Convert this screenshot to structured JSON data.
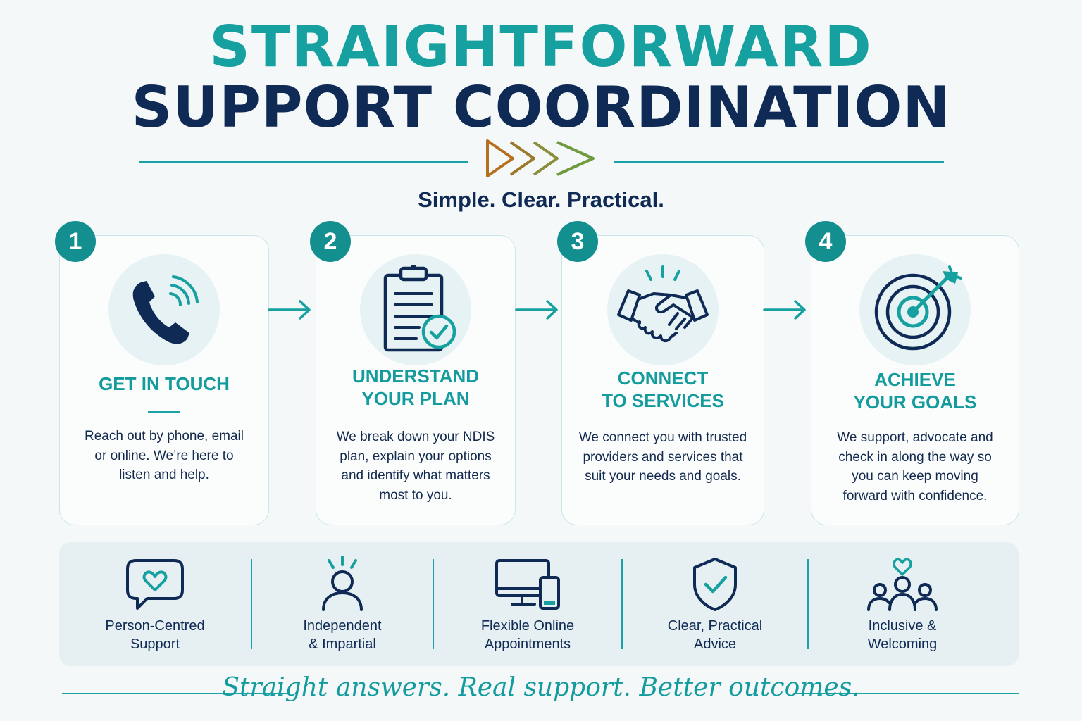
{
  "header": {
    "title_line1": "STRAIGHTFORWARD",
    "title_line2": "SUPPORT COORDINATION",
    "tagline": "Simple. Clear. Practical."
  },
  "colors": {
    "teal": "#16a0a0",
    "navy": "#0f2a55",
    "badge": "#138f8f",
    "chevrons": [
      "#b5701f",
      "#9a7a2a",
      "#8a8e3a",
      "#6f9a3f"
    ]
  },
  "steps": [
    {
      "number": "1",
      "icon": "phone-icon",
      "title_line1": "GET IN TOUCH",
      "title_line2": "",
      "desc_lines": [
        "Reach out by phone, email",
        "or online. We’re here to",
        "listen and help."
      ]
    },
    {
      "number": "2",
      "icon": "clipboard-check-icon",
      "title_line1": "UNDERSTAND",
      "title_line2": "YOUR PLAN",
      "desc_lines": [
        "We break down your NDIS",
        "plan, explain your options",
        "and identify what matters",
        "most to you."
      ]
    },
    {
      "number": "3",
      "icon": "handshake-icon",
      "title_line1": "CONNECT",
      "title_line2": "TO SERVICES",
      "desc_lines": [
        "We connect you with trusted",
        "providers and services that",
        "suit your needs and goals."
      ]
    },
    {
      "number": "4",
      "icon": "target-icon",
      "title_line1": "ACHIEVE",
      "title_line2": "YOUR GOALS",
      "desc_lines": [
        "We support, advocate and",
        "check in along the way so",
        "you can keep moving",
        "forward with confidence."
      ]
    }
  ],
  "features": [
    {
      "icon": "heart-chat-icon",
      "line1": "Person-Centred",
      "line2": "Support"
    },
    {
      "icon": "person-icon",
      "line1": "Independent",
      "line2": "& Impartial"
    },
    {
      "icon": "devices-icon",
      "line1": "Flexible Online",
      "line2": "Appointments"
    },
    {
      "icon": "shield-check-icon",
      "line1": "Clear, Practical",
      "line2": "Advice"
    },
    {
      "icon": "group-heart-icon",
      "line1": "Inclusive &",
      "line2": "Welcoming"
    }
  ],
  "footer": {
    "slogan": "Straight answers. Real support. Better outcomes."
  }
}
